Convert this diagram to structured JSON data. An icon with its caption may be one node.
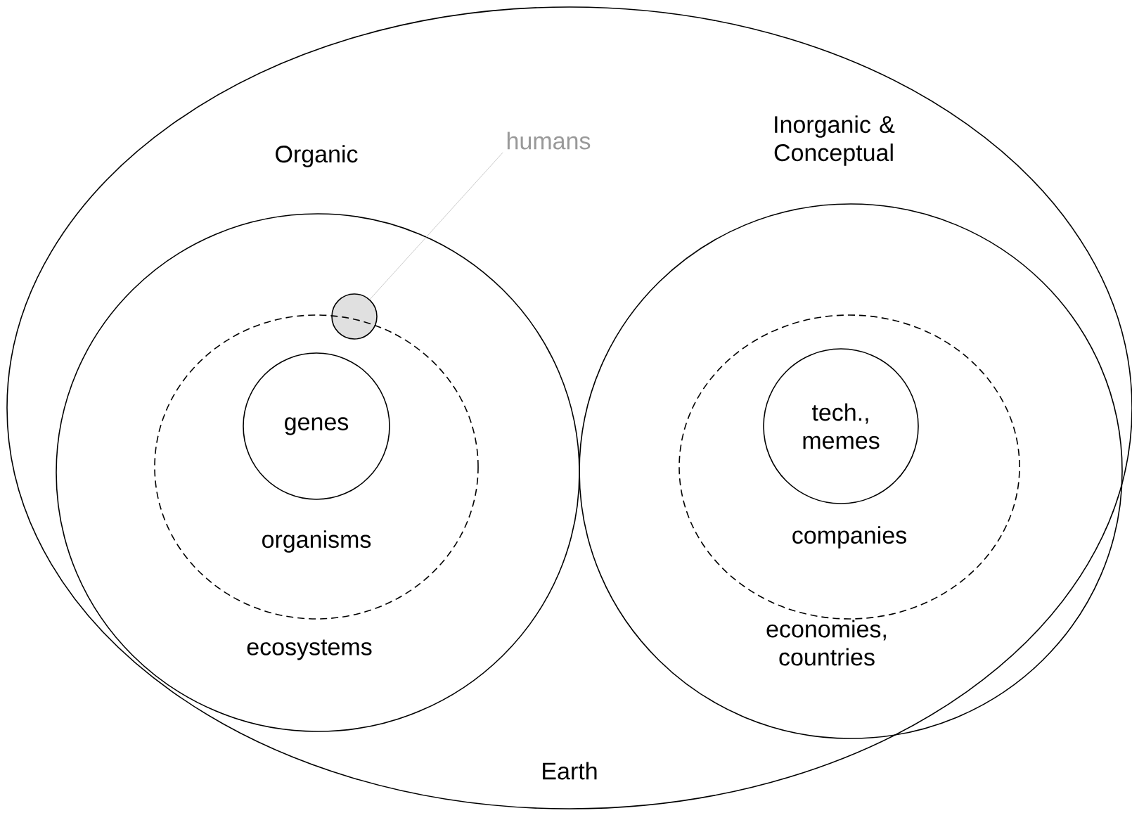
{
  "diagram": {
    "nodes": [
      {
        "text": [
          "Earth"
        ]
      },
      {
        "text": [
          "Organic",
          "ecosystems"
        ],
        "in": 0
      },
      {
        "text": [
          "humans"
        ],
        "in": 0
      },
      {
        "text": [],
        "shape": "circle",
        "in": 1
      },
      {
        "text": [
          "organisms"
        ],
        "in": 1
      },
      {
        "text": [
          "genes"
        ],
        "in": 4
      },
      {
        "text": [
          "Inorganic & Conceptual",
          "economies, countries"
        ],
        "in": 0
      },
      {
        "text": [
          "companies"
        ],
        "in": 6
      },
      {
        "text": [
          "tech., memes"
        ],
        "in": 7
      }
    ],
    "edges": [
      {
        "from": 2,
        "to": 3,
        "arrow": "none",
        "color": "#bfbfbf"
      }
    ]
  }
}
